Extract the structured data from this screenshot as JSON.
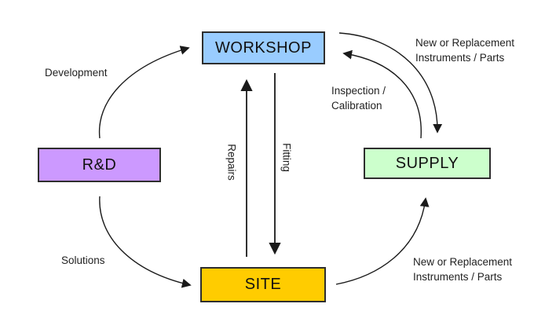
{
  "diagram": {
    "background_color": "#ffffff",
    "line_color": "#1a1a1a",
    "nodes": [
      {
        "id": "workshop",
        "label": "WORKSHOP",
        "fill": "#99ccff"
      },
      {
        "id": "rd",
        "label": "R&D",
        "fill": "#cc99ff"
      },
      {
        "id": "supply",
        "label": "SUPPLY",
        "fill": "#ccffcc"
      },
      {
        "id": "site",
        "label": "SITE",
        "fill": "#ffcc00"
      }
    ],
    "edges": [
      {
        "from": "R&D",
        "to": "WORKSHOP",
        "label": "Development"
      },
      {
        "from": "R&D",
        "to": "SITE",
        "label": "Solutions"
      },
      {
        "from": "SITE",
        "to": "WORKSHOP",
        "label": "Repairs"
      },
      {
        "from": "WORKSHOP",
        "to": "SITE",
        "label": "Fitting"
      },
      {
        "from": "WORKSHOP",
        "to": "SUPPLY",
        "label": "New or Replacement Instruments / Parts"
      },
      {
        "from": "SUPPLY",
        "to": "WORKSHOP",
        "label": "Inspection / Calibration"
      },
      {
        "from": "SITE",
        "to": "SUPPLY",
        "label": "New or Replacement Instruments / Parts"
      }
    ],
    "labels": {
      "development": "Development",
      "solutions": "Solutions",
      "repairs": "Repairs",
      "fitting": "Fitting",
      "inspection_line1": "Inspection /",
      "inspection_line2": "Calibration",
      "new_top_line1": "New or Replacement",
      "new_top_line2": "Instruments / Parts",
      "new_bottom_line1": "New or Replacement",
      "new_bottom_line2": "Instruments / Parts"
    }
  }
}
